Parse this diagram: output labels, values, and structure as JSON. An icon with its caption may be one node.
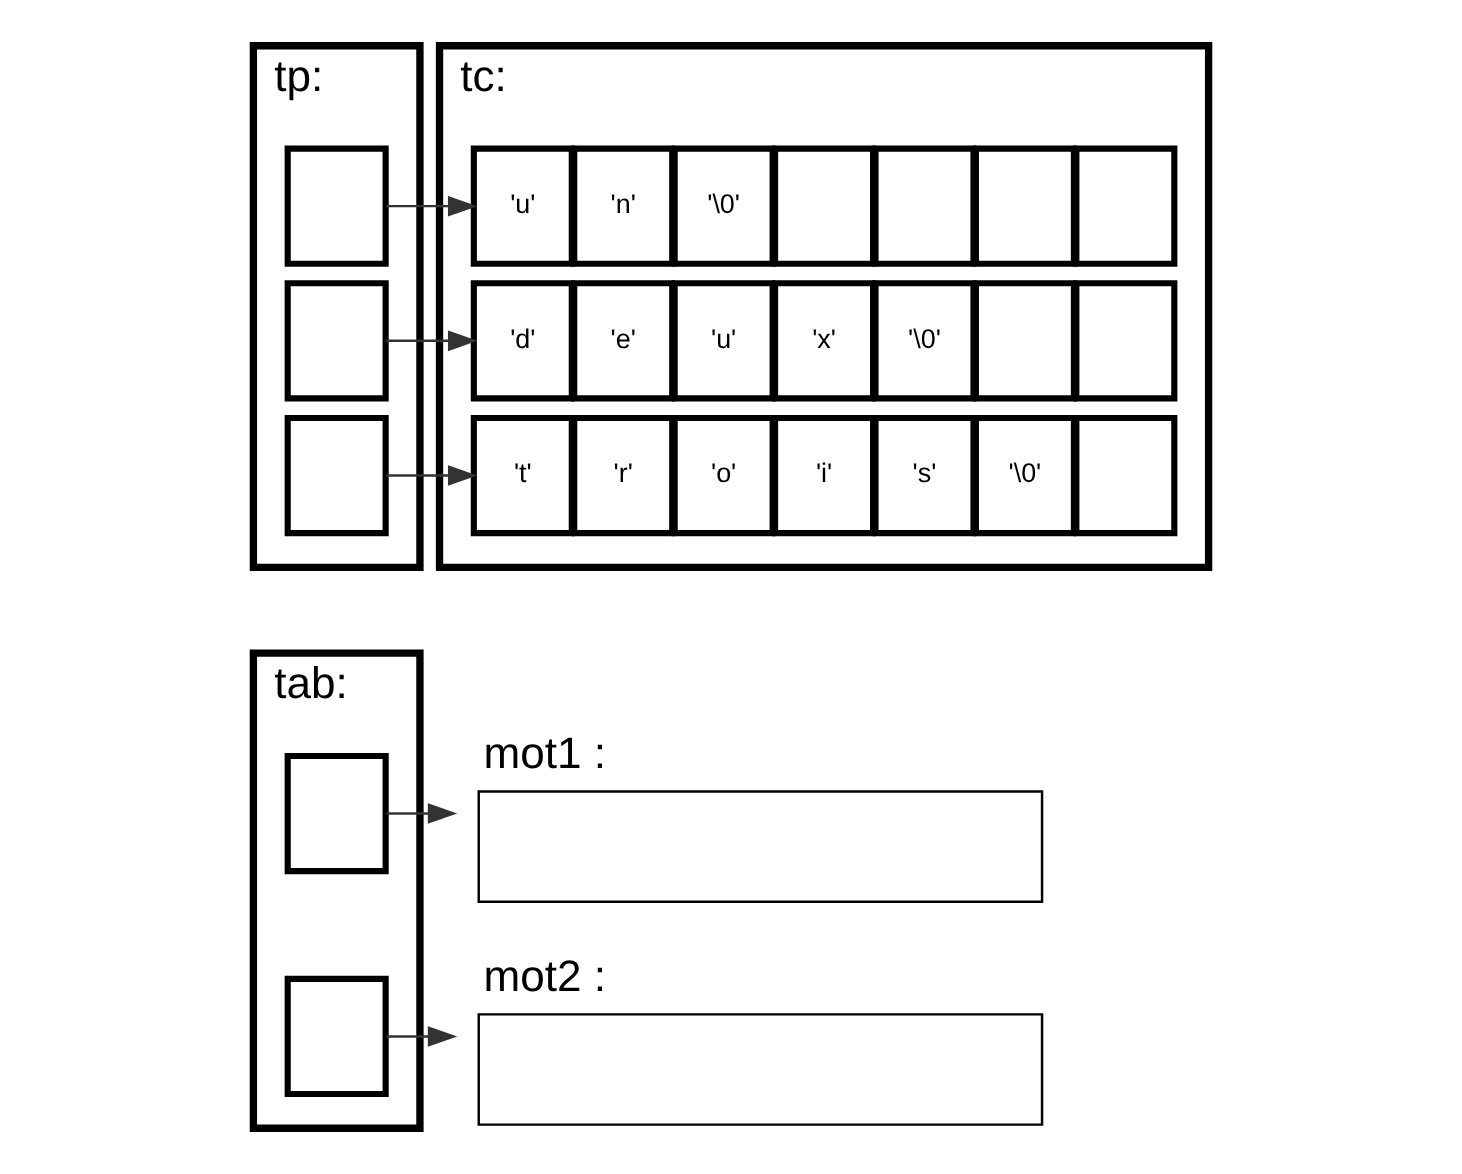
{
  "diagram": {
    "nodes": [
      {
        "text": [
          "tp:"
        ]
      },
      {
        "text": [],
        "shape": "box",
        "in": 0
      },
      {
        "text": [],
        "shape": "box",
        "in": 0
      },
      {
        "text": [],
        "shape": "box",
        "in": 0
      },
      {
        "text": [
          "tc:"
        ]
      },
      {
        "text": [
          "'u'"
        ],
        "in": 4
      },
      {
        "text": [
          "'n'"
        ],
        "in": 4
      },
      {
        "text": [
          "'\\0'"
        ],
        "in": 4
      },
      {
        "text": [],
        "shape": "box",
        "in": 4
      },
      {
        "text": [],
        "shape": "box",
        "in": 4
      },
      {
        "text": [],
        "shape": "box",
        "in": 4
      },
      {
        "text": [],
        "shape": "box",
        "in": 4
      },
      {
        "text": [
          "'d'"
        ],
        "in": 4
      },
      {
        "text": [
          "'e'"
        ],
        "in": 4
      },
      {
        "text": [
          "'u'"
        ],
        "in": 4
      },
      {
        "text": [
          "'x'"
        ],
        "in": 4
      },
      {
        "text": [
          "'\\0'"
        ],
        "in": 4
      },
      {
        "text": [],
        "shape": "box",
        "in": 4
      },
      {
        "text": [],
        "shape": "box",
        "in": 4
      },
      {
        "text": [
          "'t'"
        ],
        "in": 4
      },
      {
        "text": [
          "'r'"
        ],
        "in": 4
      },
      {
        "text": [
          "'o'"
        ],
        "in": 4
      },
      {
        "text": [
          "'i'"
        ],
        "in": 4
      },
      {
        "text": [
          "'s'"
        ],
        "in": 4
      },
      {
        "text": [
          "'\\0'"
        ],
        "in": 4
      },
      {
        "text": [],
        "shape": "box",
        "in": 4
      },
      {
        "text": [
          "tab:"
        ]
      },
      {
        "text": [],
        "shape": "box",
        "in": 26
      },
      {
        "text": [],
        "shape": "box",
        "in": 26
      },
      {
        "text": [
          "mot1 :"
        ]
      },
      {
        "text": [
          "mot2 :"
        ]
      }
    ],
    "edges": [
      {
        "from": 1,
        "to": 5,
        "arrow": "to"
      },
      {
        "from": 2,
        "to": 12,
        "arrow": "to"
      },
      {
        "from": 3,
        "to": 19,
        "arrow": "to"
      },
      {
        "from": 27,
        "to": 29,
        "arrow": "to"
      },
      {
        "from": 28,
        "to": 30,
        "arrow": "to"
      }
    ]
  }
}
